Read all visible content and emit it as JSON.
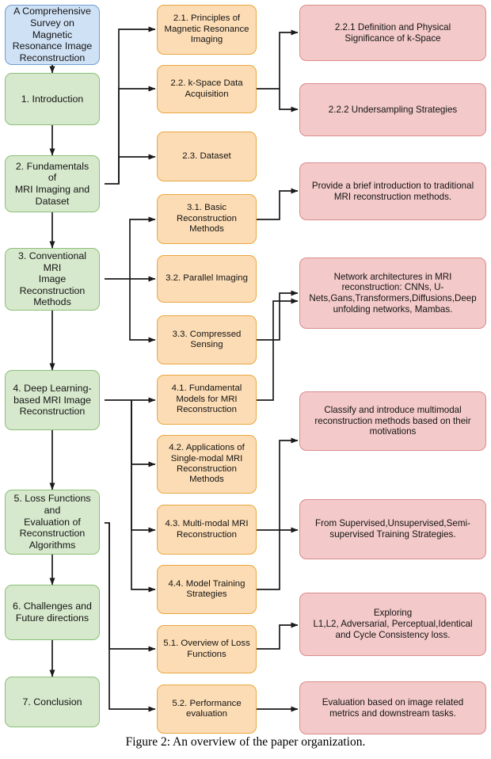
{
  "figure": {
    "caption": "Figure 2: An overview of the paper organization."
  },
  "colors": {
    "title_fill": "#cfe1f5",
    "title_stroke": "#6f9fd0",
    "main_fill": "#d7e9cd",
    "main_stroke": "#8cbf78",
    "sub_fill": "#fcdcb4",
    "sub_stroke": "#e9a740",
    "note_fill": "#f3c9c9",
    "note_stroke": "#d98d8d",
    "connector": "#1a1a1a"
  },
  "title_node": {
    "label": "A Comprehensive\nSurvey on Magnetic\nResonance Image\nReconstruction"
  },
  "main_nodes": [
    {
      "label": "1. Introduction"
    },
    {
      "label": "2. Fundamentals of\nMRI Imaging and\nDataset"
    },
    {
      "label": "3. Conventional MRI\nImage Reconstruction\nMethods"
    },
    {
      "label": "4. Deep Learning-\nbased MRI Image\nReconstruction"
    },
    {
      "label": "5. Loss Functions and\nEvaluation of\nReconstruction\nAlgorithms"
    },
    {
      "label": "6. Challenges and\nFuture directions"
    },
    {
      "label": "7. Conclusion"
    }
  ],
  "sub_nodes": [
    {
      "label": "2.1. Principles of\nMagnetic Resonance\nImaging"
    },
    {
      "label": "2.2. k-Space Data\nAcquisition"
    },
    {
      "label": "2.3. Dataset"
    },
    {
      "label": "3.1. Basic\nReconstruction\nMethods"
    },
    {
      "label": "3.2. Parallel Imaging"
    },
    {
      "label": "3.3. Compressed\nSensing"
    },
    {
      "label": "4.1. Fundamental\nModels for MRI\nReconstruction"
    },
    {
      "label": "4.2. Applications of\nSingle-modal MRI\nReconstruction\nMethods"
    },
    {
      "label": "4.3. Multi-modal MRI\nReconstruction"
    },
    {
      "label": "4.4. Model Training\nStrategies"
    },
    {
      "label": "5.1. Overview of Loss\nFunctions"
    },
    {
      "label": "5.2. Performance\nevaluation"
    }
  ],
  "note_nodes": [
    {
      "label": "2.2.1 Definition and Physical\nSignificance of k-Space"
    },
    {
      "label": "2.2.2 Undersampling Strategies"
    },
    {
      "label": "Provide a brief introduction to traditional\nMRI reconstruction methods."
    },
    {
      "label": "Network architectures in MRI\nreconstruction:  CNNs,  U-\nNets,Gans,Transformers,Diffusions,Deep\nunfolding networks, Mambas."
    },
    {
      "label": "Classify and introduce multimodal\nreconstruction methods based on their\nmotivations"
    },
    {
      "label": "From Supervised,Unsupervised,Semi-\nsupervised Training Strategies."
    },
    {
      "label": "Exploring\nL1,L2, Adversarial, Perceptual,Identical\nand Cycle Consistency loss."
    },
    {
      "label": "Evaluation based on image related\nmetrics and downstream tasks."
    }
  ]
}
